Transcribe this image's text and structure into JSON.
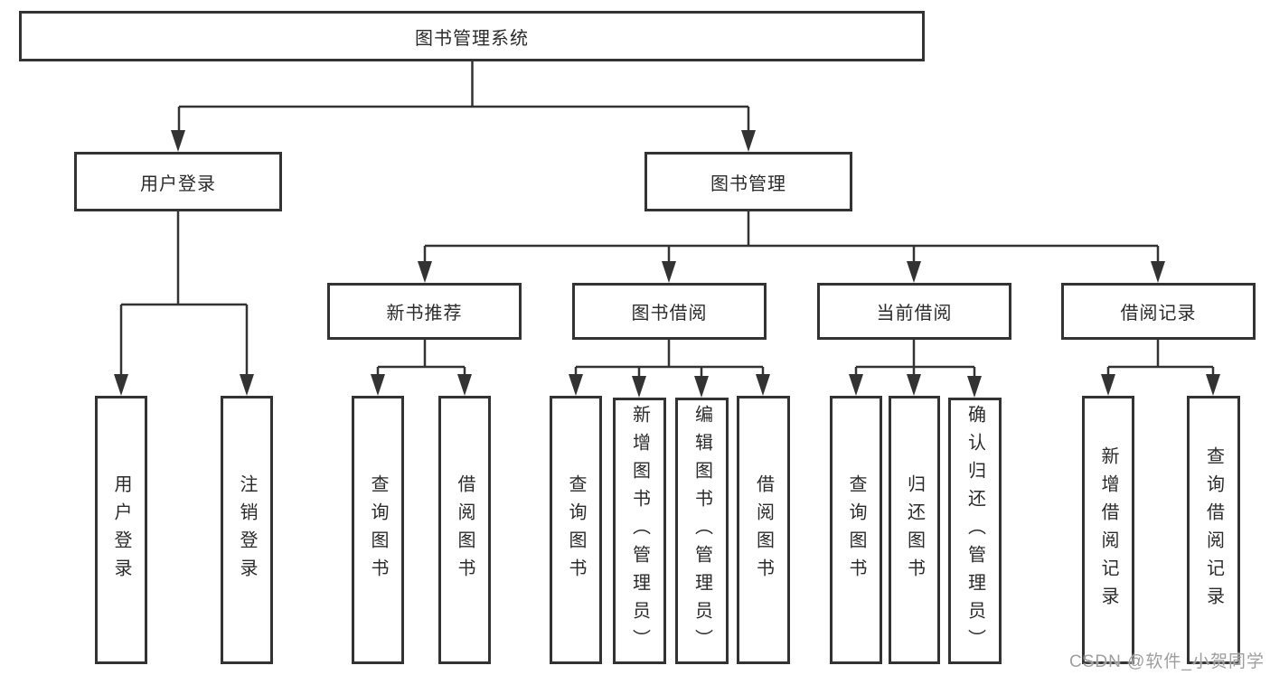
{
  "colors": {
    "background": "#ffffff",
    "line": "#333333",
    "box_border": "#333333",
    "text": "#2b2b2b",
    "watermark": "#9e9e9e"
  },
  "watermark": {
    "text": "CSDN @软件_小贺同学"
  },
  "tree": {
    "root": {
      "label": "图书管理系统"
    },
    "branches": [
      {
        "label": "用户登录",
        "children": [
          {
            "label": "用户登录"
          },
          {
            "label": "注销登录"
          }
        ]
      },
      {
        "label": "图书管理",
        "groups": [
          {
            "label": "新书推荐",
            "children": [
              {
                "label": "查询图书"
              },
              {
                "label": "借阅图书"
              }
            ]
          },
          {
            "label": "图书借阅",
            "children": [
              {
                "label": "查询图书"
              },
              {
                "label": "新增图书（管理员）"
              },
              {
                "label": "编辑图书（管理员）"
              },
              {
                "label": "借阅图书"
              }
            ]
          },
          {
            "label": "当前借阅",
            "children": [
              {
                "label": "查询图书"
              },
              {
                "label": "归还图书"
              },
              {
                "label": "确认归还（管理员）"
              }
            ]
          },
          {
            "label": "借阅记录",
            "children": [
              {
                "label": "新增借阅记录"
              },
              {
                "label": "查询借阅记录"
              }
            ]
          }
        ]
      }
    ]
  }
}
